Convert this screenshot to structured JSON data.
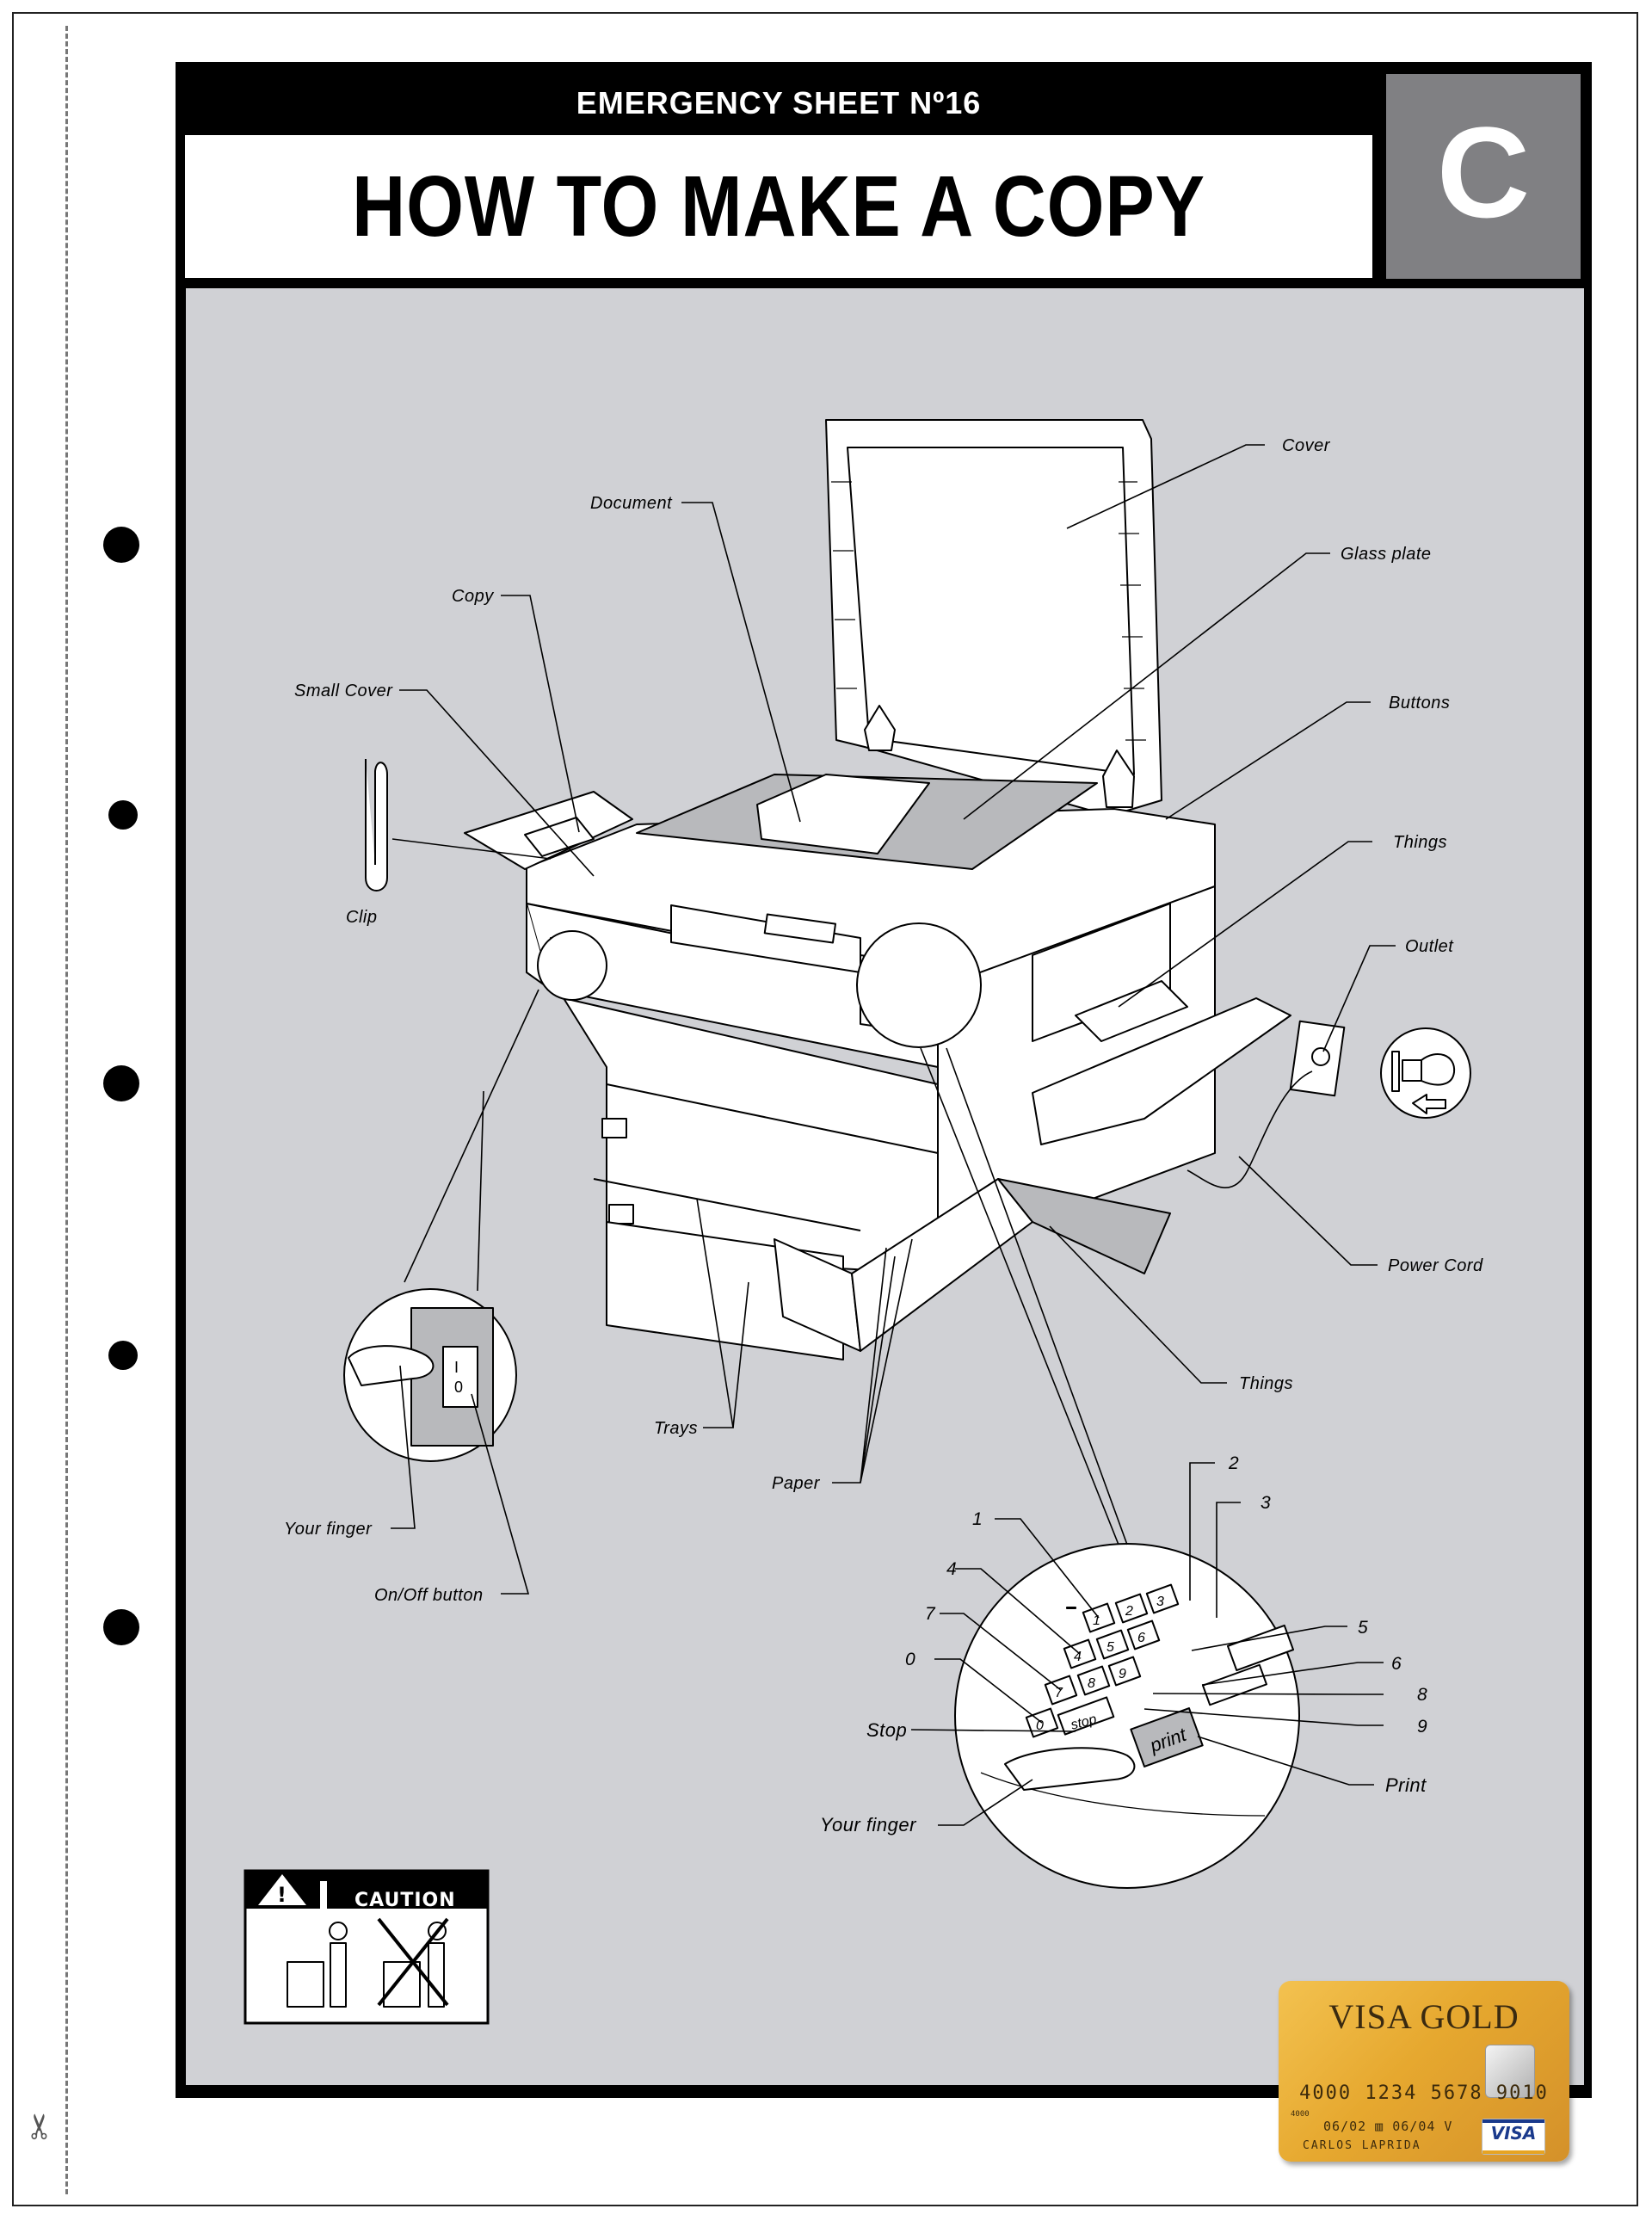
{
  "header": {
    "sheet_label": "EMERGENCY SHEET Nº16",
    "title": "HOW TO MAKE A COPY",
    "section_letter": "C"
  },
  "labels": {
    "cover": "Cover",
    "document": "Document",
    "glass_plate": "Glass plate",
    "copy": "Copy",
    "buttons": "Buttons",
    "small_cover": "Small Cover",
    "things_top": "Things",
    "clip": "Clip",
    "outlet": "Outlet",
    "power_cord": "Power Cord",
    "things_bottom": "Things",
    "trays": "Trays",
    "paper": "Paper",
    "your_finger_left": "Your finger",
    "on_off_button": "On/Off button",
    "stop": "Stop",
    "your_finger_keypad": "Your finger",
    "print": "Print"
  },
  "keypad": {
    "callouts": [
      "1",
      "2",
      "3",
      "4",
      "5",
      "6",
      "7",
      "8",
      "9",
      "0"
    ],
    "keys": [
      "1",
      "2",
      "3",
      "4",
      "5",
      "6",
      "7",
      "8",
      "9",
      "0"
    ],
    "stop_key": "stop",
    "print_key": "print"
  },
  "switch": {
    "on": "I",
    "off": "0"
  },
  "caution": {
    "label": "CAUTION"
  },
  "card": {
    "title": "VISA GOLD",
    "number": "4000 1234 5678 9010",
    "prefix": "4000",
    "dates": "06/02 ▥ 06/04 V",
    "name": "CARLOS LAPRIDA",
    "brand": "VISA"
  },
  "colors": {
    "panel_gray": "#d0d1d5",
    "section_gray": "#808083",
    "card_gold": "#e6a82f",
    "visa_blue": "#1a3a8c"
  }
}
